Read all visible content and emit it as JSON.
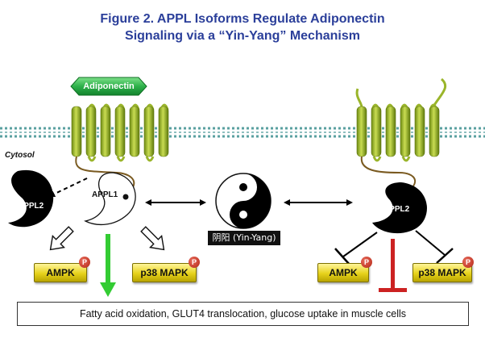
{
  "title": {
    "line1": "Figure 2. APPL Isoforms Regulate Adiponectin",
    "line2": "Signaling via a “Yin-Yang” Mechanism"
  },
  "labels": {
    "adiponectin": "Adiponectin",
    "cytosol": "Cytosol",
    "appl2_left": "APPL2",
    "appl1": "APPL1",
    "appl2_right": "APPL2",
    "yin_yang": "阴阳 (Yin-Yang)",
    "ampk_left": "AMPK",
    "p38_left": "p38 MAPK",
    "ampk_right": "AMPK",
    "p38_right": "p38 MAPK",
    "phospho": "P",
    "outcome": "Fatty acid oxidation, GLUT4 translocation, glucose uptake in muscle cells"
  },
  "colors": {
    "title": "#2b3f9a",
    "receptor_green": "#9ab52a",
    "membrane_teal": "#5aa0a0",
    "activation_arrow": "#33cc33",
    "inhibition_bar": "#cc2222",
    "kinase_gold": "#e6d21b",
    "adiponectin_green": "#2db14a"
  }
}
